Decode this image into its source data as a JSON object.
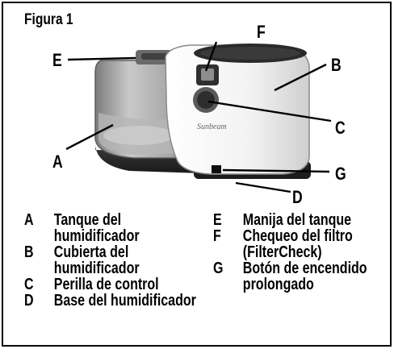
{
  "figure": {
    "title": "Figura 1"
  },
  "callouts": {
    "A": "A",
    "B": "B",
    "C": "C",
    "D": "D",
    "E": "E",
    "F": "F",
    "G": "G"
  },
  "brand": {
    "logo_text": "Sunbeam"
  },
  "legend": {
    "left": [
      {
        "letter": "A",
        "text": "Tanque del\nhumidificador"
      },
      {
        "letter": "B",
        "text": "Cubierta del\nhumidificador"
      },
      {
        "letter": "C",
        "text": "Perilla de control"
      },
      {
        "letter": "D",
        "text": "Base del humidificador"
      }
    ],
    "right": [
      {
        "letter": "E",
        "text": "Manija del tanque"
      },
      {
        "letter": "F",
        "text": "Chequeo del filtro\n(FilterCheck)"
      },
      {
        "letter": "G",
        "text": "Botón de encendido\nprolongado"
      }
    ]
  }
}
